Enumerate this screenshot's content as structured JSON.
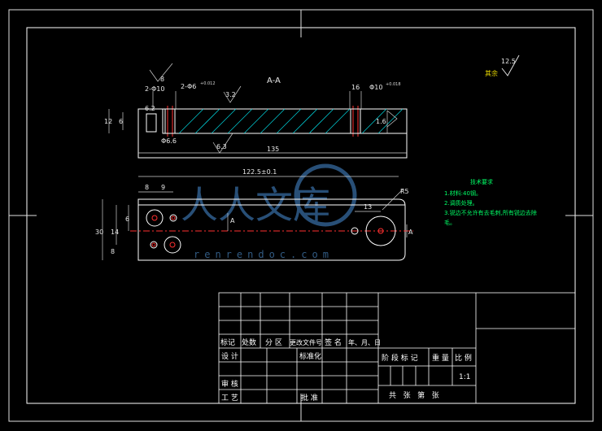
{
  "drawing": {
    "section_label": "A-A",
    "roughness_other": "12.5",
    "roughness_other_label": "其余",
    "top_view": {
      "dim_2x6_10": "2-Φ10",
      "dim_2x6_6": "2-Φ6",
      "dim_tol_top": "+0.012",
      "dim_8": "8",
      "dim_16": "16",
      "dim_phi10_right": "Φ10",
      "dim_tol_right": "+0.018",
      "dim_12": "12",
      "dim_6": "6",
      "dim_6_2": "6.2",
      "dim_phi6_6": "Φ6.6",
      "dim_1_6": "1.6",
      "dim_135": "135",
      "rough_3_2": "3.2",
      "rough_6_3": "6.3",
      "rough_1_6": "1.6"
    },
    "bottom_view": {
      "dim_122": "122.5±0.1",
      "dim_8": "8",
      "dim_9": "9",
      "dim_13": "13",
      "dim_r": "R5",
      "dim_30": "30",
      "dim_14": "14",
      "dim_8b": "8",
      "dim_6": "6",
      "mark_a_left": "A",
      "mark_a_right": "A"
    },
    "tech": {
      "title": "技术要求",
      "lines": [
        "1.材料:40钢。",
        "2.调质处理。",
        "3.锐边不允许有去毛刺,所有锐边去除",
        "毛。"
      ]
    }
  },
  "watermark": {
    "cn": "人人文库",
    "url": "renrendoc.com"
  },
  "title_block": {
    "headers": [
      "标记",
      "处数",
      "分 区",
      "更改文件号",
      "签 名",
      "年、月、日"
    ],
    "design": "设 计",
    "standard": "标准化",
    "stage_mark": "阶 段 标 记",
    "weight": "重 量",
    "scale_label": "比 例",
    "scale_value": "1:1",
    "review": "审 核",
    "process": "工 艺",
    "approve": "批 准",
    "sheets": "共   张   第   张"
  }
}
